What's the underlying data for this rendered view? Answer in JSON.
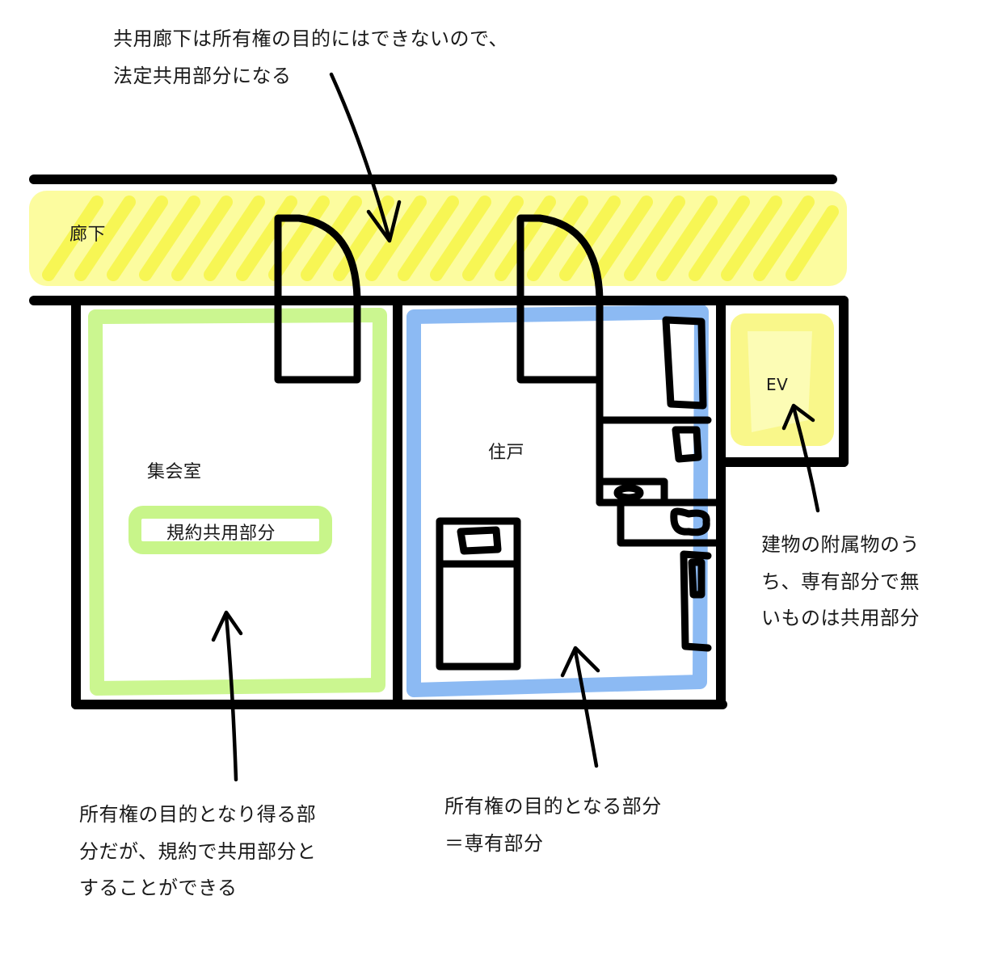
{
  "diagram": {
    "colors": {
      "wall": "#000000",
      "corridor_highlight": "#fafa5a",
      "meeting_room_highlight": "#c8f58a",
      "unit_highlight": "#86b6f2",
      "ev_highlight": "#f7f56c",
      "background": "#ffffff"
    },
    "areas": {
      "corridor": {
        "label": "廊下"
      },
      "meeting_room": {
        "label": "集会室",
        "tag": "規約共用部分"
      },
      "unit": {
        "label": "住戸"
      },
      "elevator": {
        "label": "EV"
      }
    },
    "annotations": {
      "corridor_note": {
        "lines": [
          "共用廊下は所有権の目的にはできないので、",
          "法定共用部分になる"
        ]
      },
      "meeting_room_note": {
        "lines": [
          "所有権の目的となり得る部",
          "分だが、規約で共用部分と",
          "することができる"
        ]
      },
      "unit_note": {
        "lines": [
          "所有権の目的となる部分",
          "＝専有部分"
        ]
      },
      "ev_note": {
        "lines": [
          "建物の附属物のう",
          "ち、専有部分で無",
          "いものは共用部分"
        ]
      }
    }
  }
}
